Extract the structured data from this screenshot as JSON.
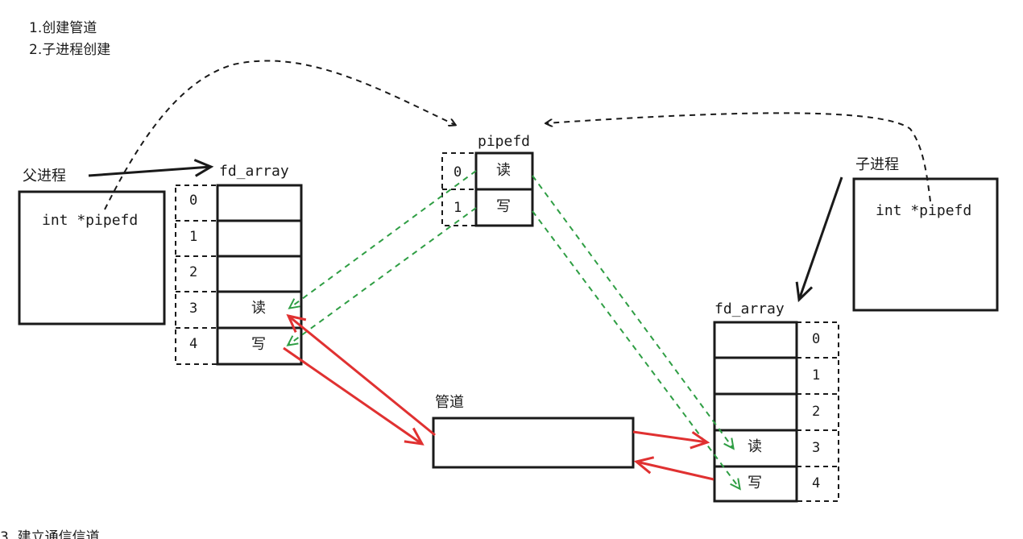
{
  "notes": [
    "1.创建管道",
    "2.子进程创建"
  ],
  "footer_note": "3. 建立通信信道",
  "parent": {
    "label": "父进程",
    "var": "int *pipefd",
    "fd_table": {
      "title": "fd_array",
      "indexes": [
        "0",
        "1",
        "2",
        "3",
        "4"
      ],
      "entries": [
        "",
        "",
        "",
        "读",
        "写"
      ]
    }
  },
  "child": {
    "label": "子进程",
    "var": "int *pipefd",
    "fd_table": {
      "title": "fd_array",
      "indexes": [
        "0",
        "1",
        "2",
        "3",
        "4"
      ],
      "entries": [
        "",
        "",
        "",
        "读",
        "写"
      ]
    }
  },
  "pipefd": {
    "title": "pipefd",
    "indexes": [
      "0",
      "1"
    ],
    "entries": [
      "读",
      "写"
    ]
  },
  "pipe": {
    "label": "管道"
  },
  "colors": {
    "ink": "#1a1a1a",
    "read_write_link": "#e03131",
    "pipefd_link": "#2f9e44"
  }
}
